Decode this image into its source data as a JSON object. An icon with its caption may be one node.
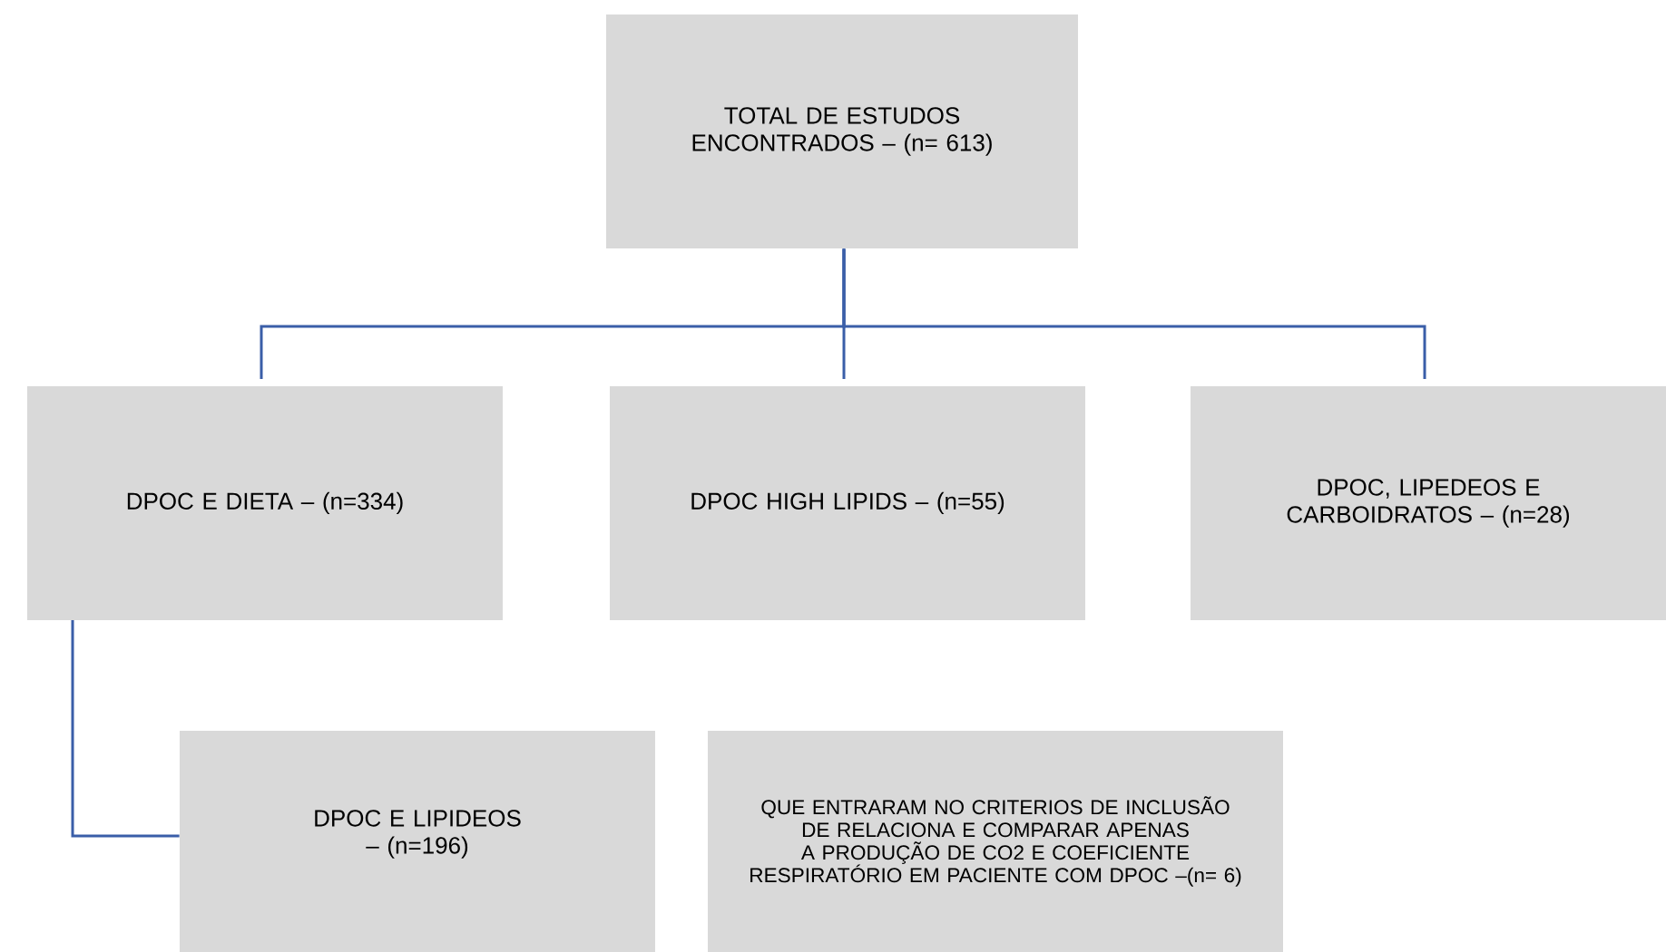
{
  "diagram": {
    "nodes": [
      {
        "text": [
          "TOTAL DE ESTUDOS ENCONTRADOS – (n= 613)"
        ]
      },
      {
        "text": [
          "DPOC E DIETA – (n=334)"
        ]
      },
      {
        "text": [
          "DPOC HIGH LIPIDS – (n=55)"
        ]
      },
      {
        "text": [
          "DPOC, LIPEDEOS E CARBOIDRATOS – (n=28)"
        ]
      },
      {
        "text": [
          "DPOC E LIPIDEOS – (n=196)"
        ]
      },
      {
        "text": [
          "QUE ENTRARAM NO CRITERIOS DE INCLUSÃO DE RELACIONA E COMPARAR APENAS A PRODUÇÃO DE CO2 E COEFICIENTE RESPIRATÓRIO EM PACIENTE COM DPOC –(n= 6)"
        ]
      }
    ],
    "edges": [
      {
        "from": 0,
        "to": 1,
        "arrow": "none"
      },
      {
        "from": 0,
        "to": 2,
        "arrow": "none"
      },
      {
        "from": 0,
        "to": 3,
        "arrow": "none"
      },
      {
        "from": 1,
        "to": 4,
        "arrow": "none"
      }
    ]
  }
}
